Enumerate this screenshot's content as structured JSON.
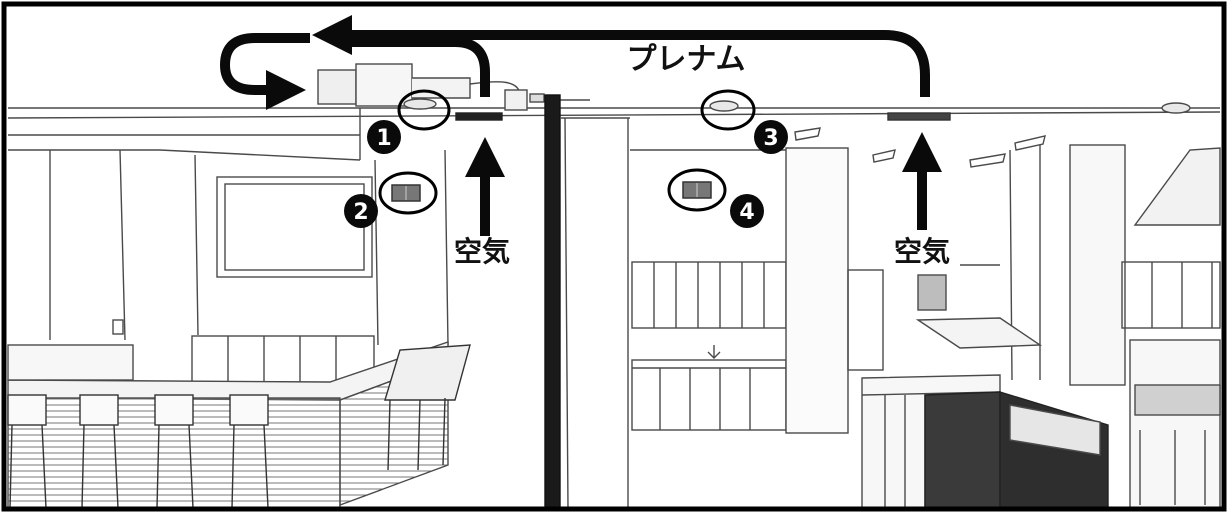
{
  "labels": {
    "plenum": "プレナム",
    "air_left": "空気",
    "air_right": "空気"
  },
  "markers": [
    {
      "number": "1",
      "target": "ceiling-diffuser"
    },
    {
      "number": "2",
      "target": "wall-switch"
    },
    {
      "number": "3",
      "target": "ceiling-diffuser"
    },
    {
      "number": "4",
      "target": "wall-switch"
    }
  ],
  "colors": {
    "arrow": "#0a0a0a",
    "line_art": "#4a4a4a",
    "frame": "#000000",
    "background": "#ffffff"
  }
}
